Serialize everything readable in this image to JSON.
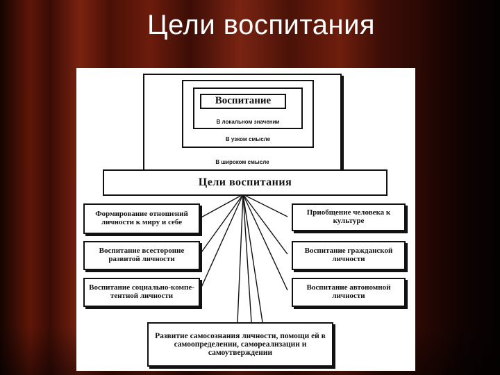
{
  "slide": {
    "title": "Цели воспитания"
  },
  "diagram": {
    "nested_levels": {
      "core": "Воспитание",
      "local": "В локальном значении",
      "narrow": "В узком смысле",
      "broad": "В широком смысле"
    },
    "center": "Цели воспитания",
    "left_goals": [
      "Формирование отношений личности к миру и себе",
      "Воспитание всесторонне развитой личности",
      "Воспитание социально-компе-тентной личности"
    ],
    "right_goals": [
      "Приобщение человека к культуре",
      "Воспитание гражданской личности",
      "Воспитание автономной личности"
    ],
    "bottom_goal": "Развитие самосознания личности, помощи ей в самоопределении, самореализации и самоутверждении"
  },
  "colors": {
    "curtain": "#5e1608",
    "diagram_bg": "#ffffff",
    "ink": "#111111"
  }
}
